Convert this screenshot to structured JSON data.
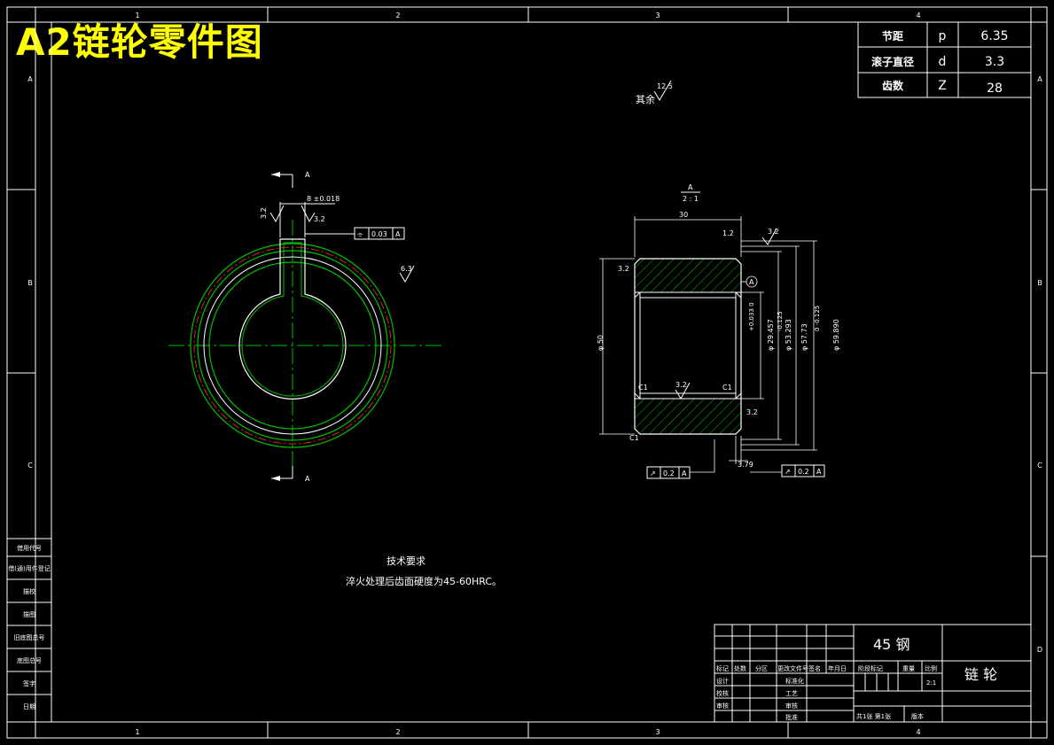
{
  "title": "A2链轮零件图",
  "grid": {
    "cols": [
      "1",
      "2",
      "3",
      "4"
    ],
    "rows": [
      "A",
      "B",
      "C",
      "D"
    ]
  },
  "params": [
    {
      "name": "节距",
      "symbol": "p",
      "value": "6.35"
    },
    {
      "name": "滚子直径",
      "symbol": "d",
      "value": "3.3"
    },
    {
      "name": "齿数",
      "symbol": "Z",
      "value": "28"
    }
  ],
  "roughness_other": {
    "label": "其余",
    "value": "12.5"
  },
  "front_view": {
    "section_mark": "A",
    "keyway_tol": "8 ±0.018",
    "flatness": {
      "symbol": "⌯",
      "tol": "0.03",
      "datum": "A"
    },
    "rough_left": "3.2",
    "rough_right": "3.2",
    "rough_outer": "6.3"
  },
  "section_view": {
    "label": "A",
    "scale": "2 : 1",
    "width_dim": "30",
    "chamfer_top": "1.2",
    "rough_top": "3.2",
    "rough_left_top": "3.2",
    "datum": "A",
    "dia_50": "φ 50",
    "dia_bore": "φ 29.457",
    "bore_tol": "+0.033 0",
    "dia_53": "φ 53.293",
    "tol_53": "-0.125",
    "dia_5773": "φ 57.73",
    "dia_5989": "φ 59.890",
    "tol_5989": "0 -0.125",
    "c1_labels": [
      "C1",
      "C1",
      "C1"
    ],
    "rough_bore": "3.2",
    "rough_chamfer": "3.2",
    "dim_379": "3.79",
    "runout_left": {
      "symbol": "↗",
      "tol": "0.2",
      "datum": "A"
    },
    "runout_right": {
      "symbol": "↗",
      "tol": "0.2",
      "datum": "A"
    }
  },
  "notes": {
    "heading": "技术要求",
    "line1": "淬火处理后齿面硬度为45-60HRC。"
  },
  "side_labels": [
    "借(通)用件登记",
    "旧底图总号",
    "底图总号",
    "签字",
    "日期",
    "描图",
    "描校",
    "借用代号"
  ],
  "title_block": {
    "material": "45 钢",
    "part_name": "链 轮",
    "scale": "2:1",
    "headers": [
      "标记",
      "处数",
      "分区",
      "更改文件号",
      "签名",
      "年月日"
    ],
    "rows": [
      "设计",
      "校核",
      "审核"
    ],
    "mid": [
      "标准化",
      "工艺",
      "审核",
      "批准"
    ],
    "stage_headers": [
      "阶段标记",
      "重量",
      "比例"
    ],
    "sheet": "共1张 第1张",
    "version": "版本"
  }
}
